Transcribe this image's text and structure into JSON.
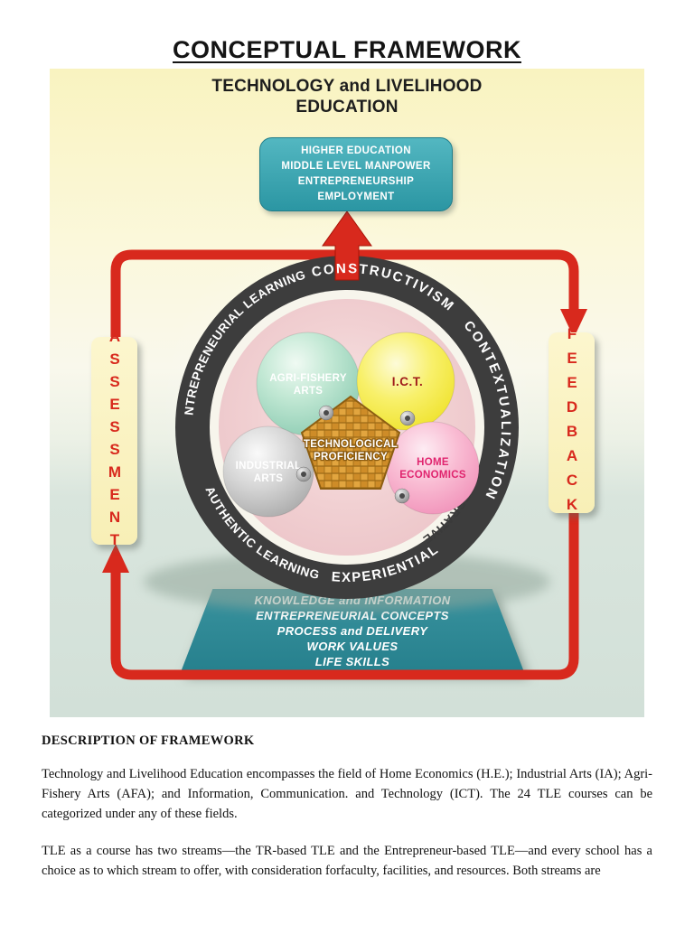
{
  "page": {
    "title": "CONCEPTUAL FRAMEWORK"
  },
  "diagram": {
    "heading_line1": "TECHNOLOGY and LIVELIHOOD",
    "heading_line2": "EDUCATION",
    "outcomes": {
      "lines": [
        "HIGHER EDUCATION",
        "MIDDLE LEVEL MANPOWER",
        "ENTREPRENEURSHIP",
        "EMPLOYMENT"
      ]
    },
    "assessment_label": "ASSESSMENT",
    "feedback_label": "FEEDBACK",
    "ring_labels": {
      "top": "CONSTRUCTIVISM",
      "upper_left": "ENTREPRENEURIAL LEARNING",
      "right": "CONTEXTUALIZATION",
      "lower_left": "AUTHENTIC LEARNING",
      "bottom": "EXPERIENTIAL",
      "lower_right": "INTEGRATIVE"
    },
    "balloons": {
      "agri_fishery": {
        "line1": "AGRI-FISHERY",
        "line2": "ARTS"
      },
      "ict": {
        "label": "I.C.T."
      },
      "industrial": {
        "line1": "INDUSTRIAL",
        "line2": "ARTS"
      },
      "home_economics": {
        "line1": "HOME",
        "line2": "ECONOMICS"
      }
    },
    "basket": {
      "line1": "TECHNOLOGICAL",
      "line2": "PROFICIENCY"
    },
    "foundation": {
      "lines": [
        "KNOWLEDGE and INFORMATION",
        "ENTREPRENEURIAL CONCEPTS",
        "PROCESS and DELIVERY",
        "WORK VALUES",
        "LIFE SKILLS"
      ]
    },
    "colors": {
      "accent_red": "#D8291D",
      "outcome_teal": "#2FA3B0",
      "foundation_teal": "#2E8A94",
      "note_yellow": "#FBF4C6",
      "ring_gray": "#3D3D3D",
      "inner_pink": "#F0CACD",
      "agri_green": "#9ED6BE",
      "ict_yellow": "#F5EC4A",
      "industrial_silver": "#C9C9C9",
      "home_pink": "#F5A9C8",
      "basket_orange": "#DFA43C"
    }
  },
  "body": {
    "section_heading": "DESCRIPTION OF FRAMEWORK",
    "paragraph1": "Technology and Livelihood Education encompasses the field of Home Economics (H.E.); Industrial Arts (IA); Agri-Fishery Arts (AFA); and Information, Communication. and Technology (ICT). The 24 TLE courses can be categorized under any of these fields.",
    "paragraph2": "TLE as a course has two streams—the TR-based TLE and the Entrepreneur-based TLE—and every school has a choice as to which stream to offer, with consideration forfaculty, facilities, and resources. Both streams are"
  }
}
